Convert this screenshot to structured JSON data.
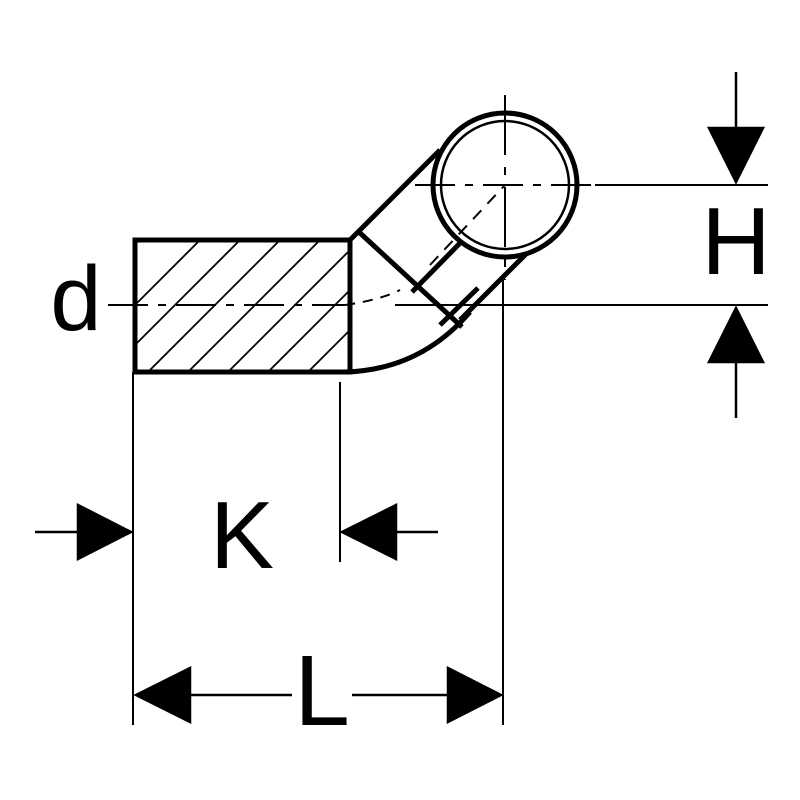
{
  "colors": {
    "stroke": "#000000",
    "background": "#ffffff"
  },
  "labels": {
    "d": "d",
    "H": "H",
    "K": "K",
    "L": "L"
  }
}
